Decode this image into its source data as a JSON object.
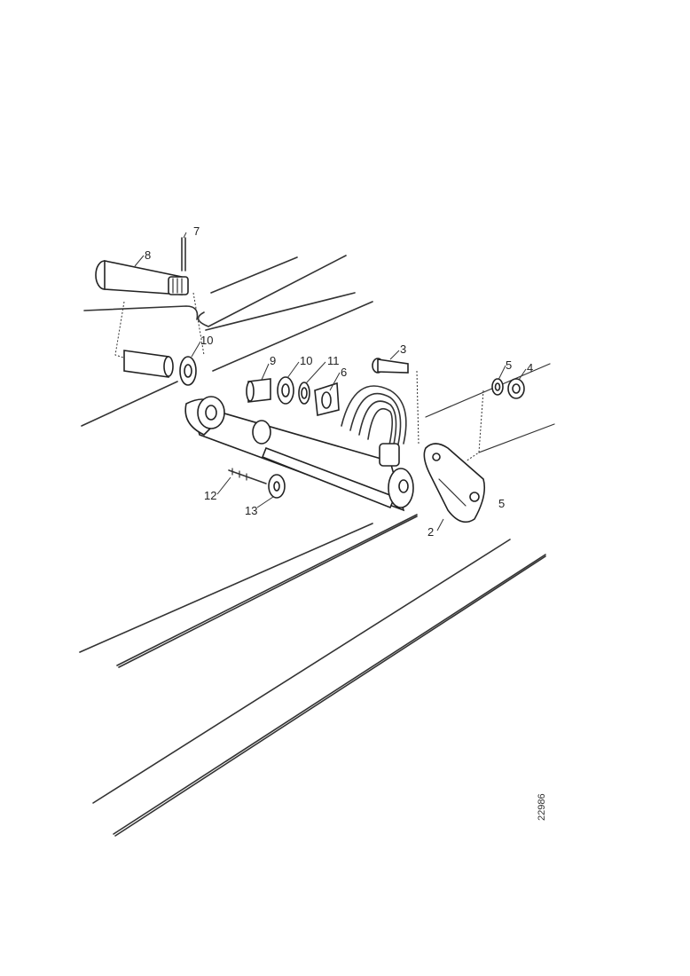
{
  "callouts": {
    "c2": "2",
    "c3": "3",
    "c4": "4",
    "c5a": "5",
    "c5b": "5",
    "c6": "6",
    "c7": "7",
    "c8": "8",
    "c9": "9",
    "c10a": "10",
    "c10b": "10",
    "c11": "11",
    "c12": "12",
    "c13": "13"
  },
  "drawing_number": "22986",
  "colors": {
    "ink": "#222222",
    "background": "#ffffff"
  }
}
